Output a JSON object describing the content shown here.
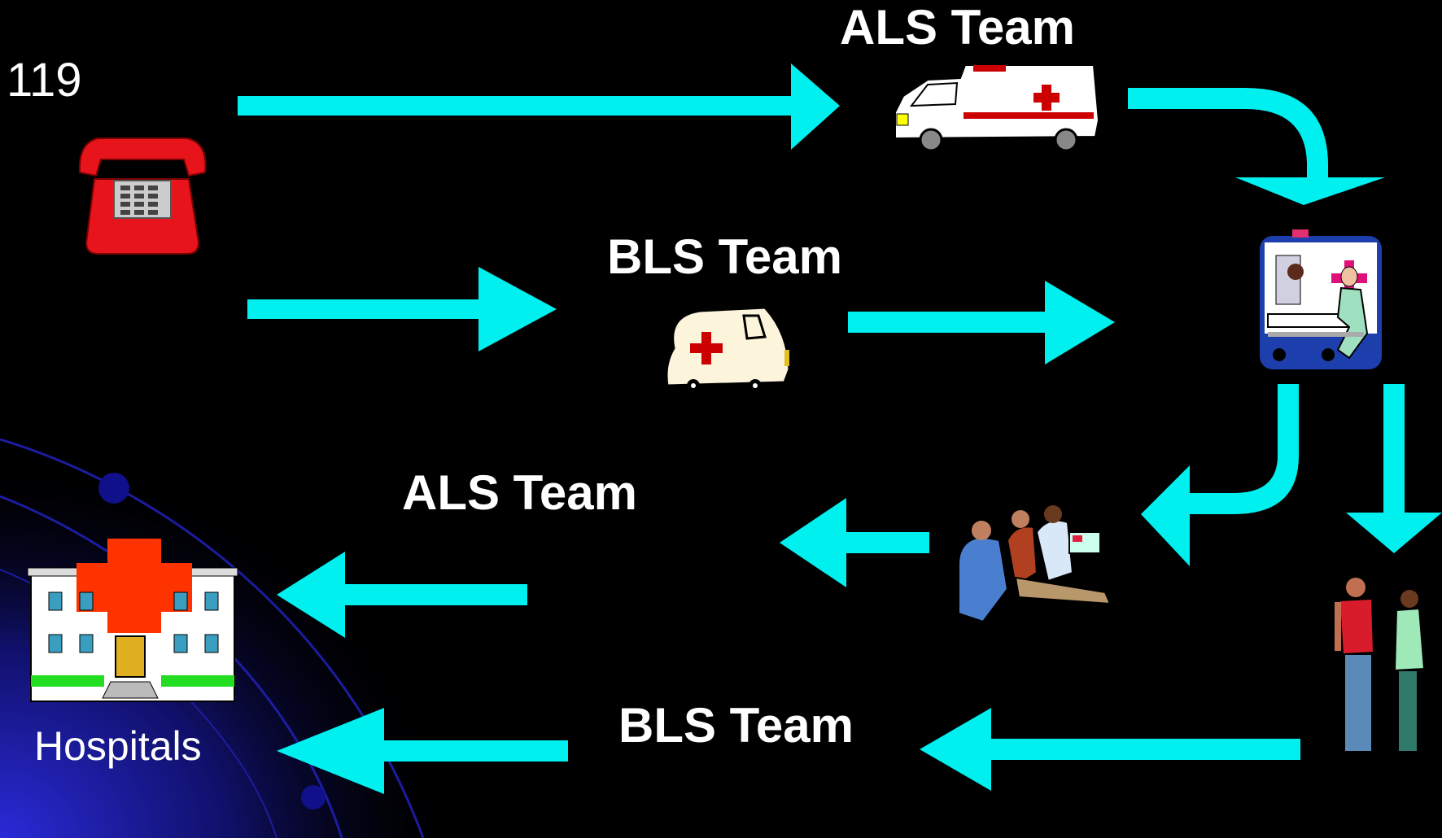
{
  "labels": {
    "call_number": "119",
    "als_team_top": "ALS Team",
    "bls_team_middle": "BLS Team",
    "als_team_lower": "ALS Team",
    "bls_team_bottom": "BLS Team",
    "hospitals": "Hospitals"
  },
  "colors": {
    "background": "#000000",
    "arrow": "#00f0f0",
    "text": "#ffffff",
    "telephone": "#e8141c",
    "hospital_cross": "#ff3300",
    "decor_blue": "#1a1aa8"
  },
  "icons": {
    "telephone": "telephone-icon",
    "als_ambulance": "als-ambulance-icon",
    "bls_ambulance": "bls-ambulance-icon",
    "paramedic_stretcher": "stretcher-paramedic-icon",
    "cpr_scene": "cpr-rescue-icon",
    "patient_nurse": "patient-nurse-icon",
    "hospital": "hospital-icon"
  }
}
